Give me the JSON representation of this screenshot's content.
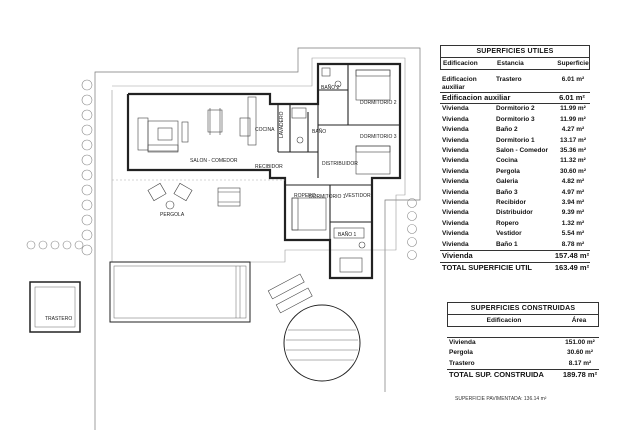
{
  "plan": {
    "rooms": {
      "dormitorio2": "DORMITORIO 2",
      "bano2": "BAÑO 2",
      "dormitorio3": "DORMITORIO 3",
      "cocina": "COCINA",
      "lavadero": "LAVADERO",
      "bano": "BAÑO",
      "salon": "SALON - COMEDOR",
      "recibidor": "RECIBIDOR",
      "distribuidor": "DISTRIBUIDOR",
      "pergola": "PERGOLA",
      "ropero": "ROPERO",
      "dormitorio1": "DORMITORIO 1",
      "vestidor": "VESTIDOR",
      "bano1": "BAÑO 1",
      "trastero": "TRASTERO"
    }
  },
  "utiles": {
    "title": "SUPERFICIES UTILES",
    "headers": [
      "Edificacion",
      "Estancia",
      "Superficie"
    ],
    "auxiliar_row": {
      "edificacion": "Edificacion auxiliar",
      "estancia": "Trastero",
      "superficie": "6.01 m²"
    },
    "auxiliar_total": {
      "label": "Edificacion auxiliar",
      "value": "6.01 m²"
    },
    "rows": [
      {
        "edificacion": "Vivienda",
        "estancia": "Dormitorio 2",
        "superficie": "11.99 m²"
      },
      {
        "edificacion": "Vivienda",
        "estancia": "Dormitorio 3",
        "superficie": "11.99 m²"
      },
      {
        "edificacion": "Vivienda",
        "estancia": "Baño 2",
        "superficie": "4.27 m²"
      },
      {
        "edificacion": "Vivienda",
        "estancia": "Dormitorio 1",
        "superficie": "13.17 m²"
      },
      {
        "edificacion": "Vivienda",
        "estancia": "Salon - Comedor",
        "superficie": "35.36 m²"
      },
      {
        "edificacion": "Vivienda",
        "estancia": "Cocina",
        "superficie": "11.32 m²"
      },
      {
        "edificacion": "Vivienda",
        "estancia": "Pergola",
        "superficie": "30.60 m²"
      },
      {
        "edificacion": "Vivienda",
        "estancia": "Galeria",
        "superficie": "4.82 m²"
      },
      {
        "edificacion": "Vivienda",
        "estancia": "Baño 3",
        "superficie": "4.97 m²"
      },
      {
        "edificacion": "Vivienda",
        "estancia": "Recibidor",
        "superficie": "3.94 m²"
      },
      {
        "edificacion": "Vivienda",
        "estancia": "Distribuidor",
        "superficie": "9.39 m²"
      },
      {
        "edificacion": "Vivienda",
        "estancia": "Ropero",
        "superficie": "1.32 m²"
      },
      {
        "edificacion": "Vivienda",
        "estancia": "Vestidor",
        "superficie": "5.54 m²"
      },
      {
        "edificacion": "Vivienda",
        "estancia": "Baño 1",
        "superficie": "8.78 m²"
      }
    ],
    "vivienda_total": {
      "label": "Vivienda",
      "value": "157.48 m²"
    },
    "grand_total": {
      "label": "TOTAL SUPERFICIE UTIL",
      "value": "163.49 m²"
    }
  },
  "construidas": {
    "title": "SUPERFICIES CONSTRUIDAS",
    "headers": [
      "Edificacion",
      "Área"
    ],
    "rows": [
      {
        "edificacion": "Vivienda",
        "area": "151.00 m²"
      },
      {
        "edificacion": "Pergola",
        "area": "30.60 m²"
      },
      {
        "edificacion": "Trastero",
        "area": "8.17 m²"
      }
    ],
    "total": {
      "label": "TOTAL SUP. CONSTRUIDA",
      "value": "189.78 m²"
    }
  },
  "footer": {
    "pavimentada": "SUPERFICIE PAVIMENTADA: 136.14 m²"
  }
}
